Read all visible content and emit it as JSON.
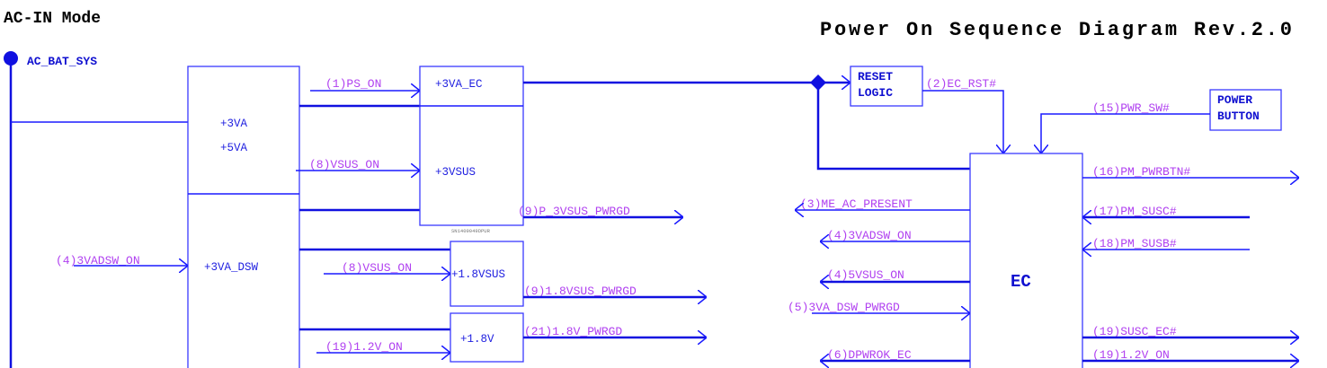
{
  "header": {
    "mode": "AC-IN Mode",
    "title": "Power On Sequence Diagram Rev.2.0"
  },
  "rail": "AC_BAT_SYS",
  "blocks": {
    "vr_main": [
      "+3VA",
      "+5VA"
    ],
    "vr_dsw": "+3VA_DSW",
    "reg_ec": "+3VA_EC",
    "reg_3vsus": "+3VSUS",
    "part_no": "SN1409049DPUR",
    "reg_18vsus": "+1.8VSUS",
    "reg_18v": "+1.8V",
    "reset_logic": [
      "RESET",
      "LOGIC"
    ],
    "power_button": [
      "POWER",
      "BUTTON"
    ],
    "ec": "EC"
  },
  "signals": {
    "ps_on": "(1)PS_ON",
    "vsus_on_a": "(8)VSUS_ON",
    "vadsw_on_in": "(4)3VADSW_ON",
    "vsus_on_b": "(8)VSUS_ON",
    "v12_on_in": "(19)1.2V_ON",
    "p3vsus_pwrgd": "(9)P_3VSUS_PWRGD",
    "v18vsus_pwrgd": "(9)1.8VSUS_PWRGD",
    "v18v_pwrgd": "(21)1.8V_PWRGD",
    "ec_rst": "(2)EC_RST#",
    "pwr_sw": "(15)PWR_SW#",
    "me_ac_present": "(3)ME_AC_PRESENT",
    "vadsw_on_out": "(4)3VADSW_ON",
    "v5sus_on": "(4)5VSUS_ON",
    "va_dsw_pwrgd": "(5)3VA_DSW_PWRGD",
    "dpwrok_ec": "(6)DPWROK_EC",
    "pm_pwrbtn": "(16)PM_PWRBTN#",
    "pm_susc": "(17)PM_SUSC#",
    "pm_susb": "(18)PM_SUSB#",
    "susc_ec": "(19)SUSC_EC#",
    "v12_on_out": "(19)1.2V_ON"
  }
}
